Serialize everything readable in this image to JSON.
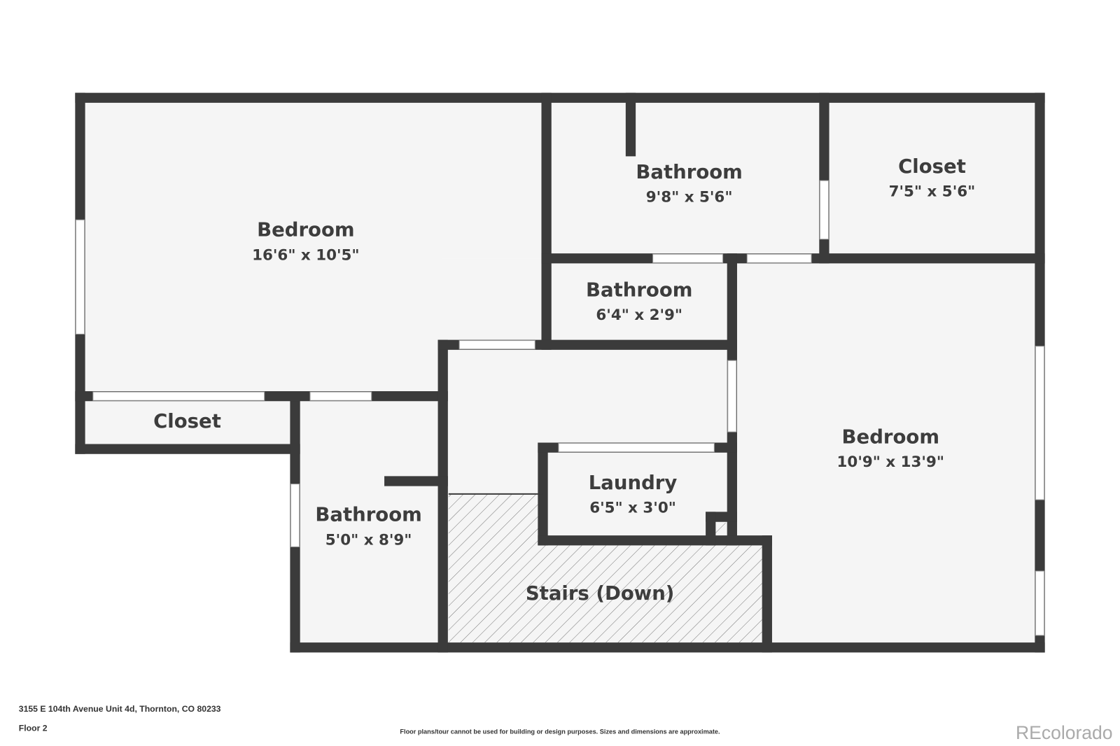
{
  "rooms": [
    {
      "name": "Bedroom",
      "dims": "16'6\" x 10'5\""
    },
    {
      "name": "Bathroom",
      "dims": "9'8\" x 5'6\""
    },
    {
      "name": "Closet",
      "dims": "7'5\" x 5'6\""
    },
    {
      "name": "Bathroom",
      "dims": "6'4\" x 2'9\""
    },
    {
      "name": "Closet"
    },
    {
      "name": "Bedroom",
      "dims": "10'9\" x 13'9\""
    },
    {
      "name": "Laundry",
      "dims": "6'5\" x 3'0\""
    },
    {
      "name": "Bathroom",
      "dims": "5'0\" x 8'9\""
    },
    {
      "name": "Stairs (Down)"
    }
  ],
  "footer": {
    "address": "3155 E 104th Avenue Unit 4d, Thornton, CO 80233",
    "floor": "Floor 2",
    "disclaimer": "Floor plans/tour cannot be used for building or design purposes. Sizes and dimensions are approximate.",
    "logo": "REcolorado"
  },
  "colors": {
    "wall": "#3b3b3b",
    "floor": "#f5f5f5"
  }
}
